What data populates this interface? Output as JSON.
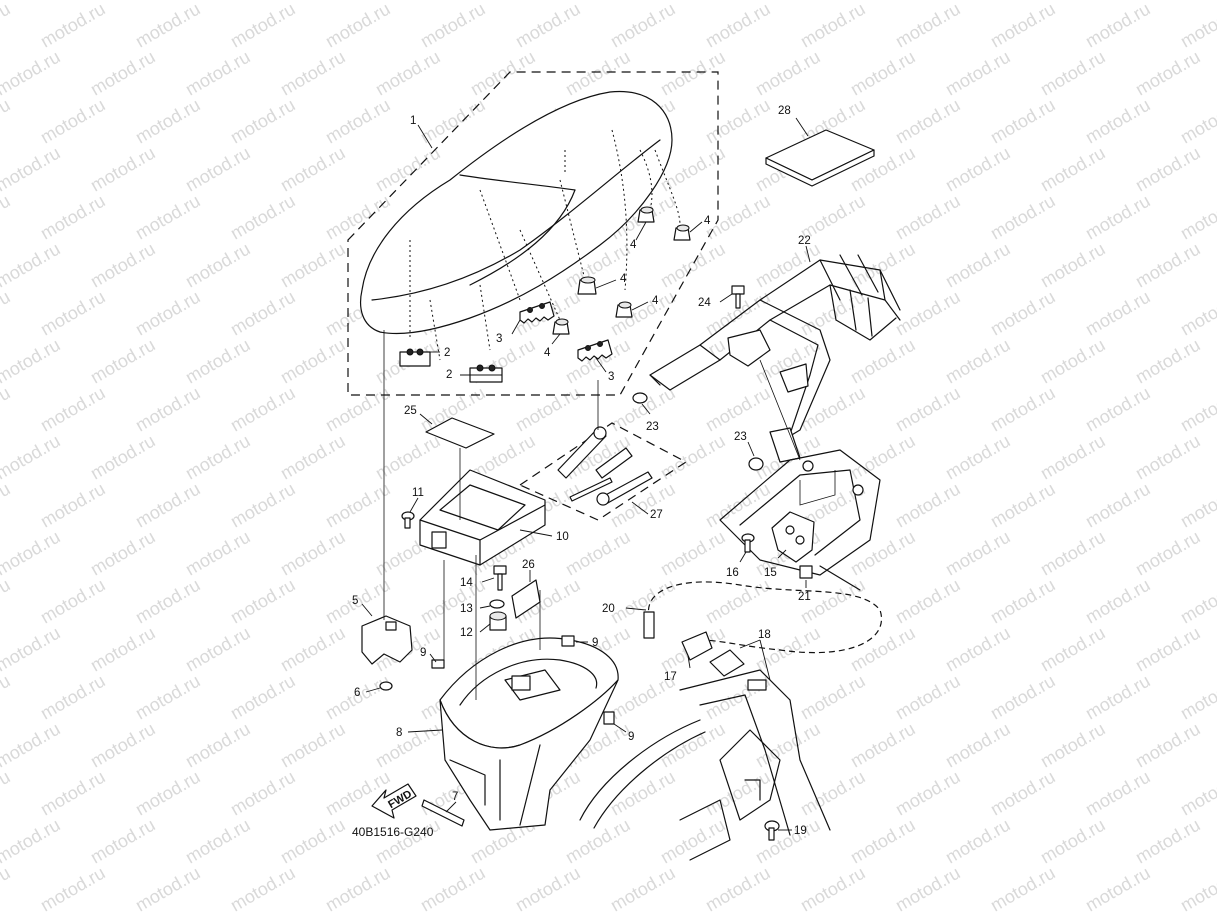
{
  "watermark": "motod.ru",
  "diagram_code": "40B1516-G240",
  "fwd_label": "FWD",
  "callouts": [
    "1",
    "2",
    "2",
    "3",
    "3",
    "4",
    "4",
    "4",
    "4",
    "4",
    "5",
    "6",
    "7",
    "8",
    "9",
    "9",
    "9",
    "10",
    "11",
    "12",
    "13",
    "14",
    "15",
    "16",
    "17",
    "18",
    "19",
    "20",
    "21",
    "22",
    "23",
    "23",
    "24",
    "25",
    "26",
    "27",
    "28"
  ]
}
